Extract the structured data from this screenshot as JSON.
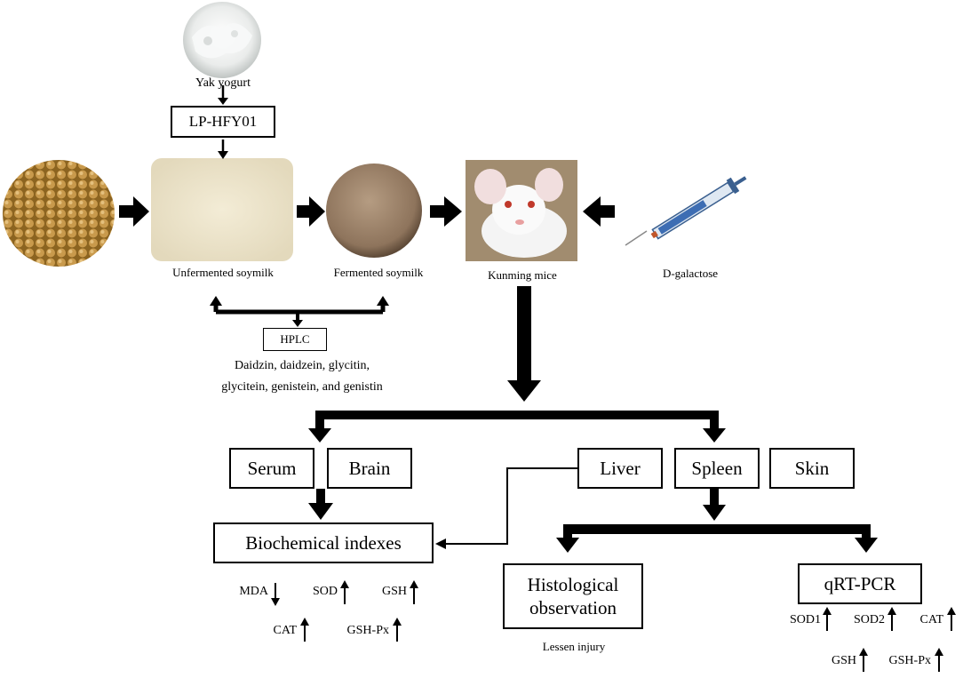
{
  "source": {
    "yogurt_label": "Yak yogurt",
    "strain_label": "LP-HFY01"
  },
  "samples": {
    "unfermented_label": "Unfermented soymilk",
    "fermented_label": "Fermented soymilk",
    "mice_label": "Kunming mice",
    "inducer_label": "D-galactose"
  },
  "hplc": {
    "title": "HPLC",
    "compounds_line1": "Daidzin,  daidzein,  glycitin,",
    "compounds_line2": "glycitein,  genistein,  and genistin"
  },
  "tissues": {
    "serum": "Serum",
    "brain": "Brain",
    "liver": "Liver",
    "spleen": "Spleen",
    "skin": "Skin"
  },
  "biochem": {
    "title": "Biochemical  indexes",
    "markers": [
      {
        "label": "MDA",
        "direction": "down"
      },
      {
        "label": "SOD",
        "direction": "up"
      },
      {
        "label": "GSH",
        "direction": "up"
      },
      {
        "label": "CAT",
        "direction": "up"
      },
      {
        "label": "GSH-Px",
        "direction": "up"
      }
    ]
  },
  "histology": {
    "title_line1": "Histological",
    "title_line2": "observation",
    "result": "Lessen injury"
  },
  "qrtpcr": {
    "title": "qRT-PCR",
    "markers": [
      {
        "label": "SOD1",
        "direction": "up"
      },
      {
        "label": "SOD2",
        "direction": "up"
      },
      {
        "label": "CAT",
        "direction": "up"
      },
      {
        "label": "GSH",
        "direction": "up"
      },
      {
        "label": "GSH-Px",
        "direction": "up"
      }
    ]
  }
}
